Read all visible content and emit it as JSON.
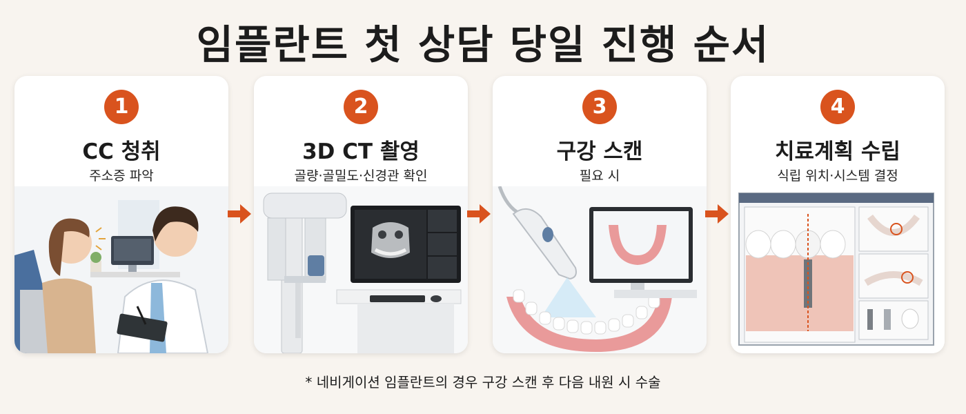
{
  "title": "임플란트 첫 상담 당일 진행 순서",
  "accent_color": "#d9531e",
  "steps": [
    {
      "number": "1",
      "title": "CC 청취",
      "subtitle": "주소증 파악",
      "icon": "consultation-illustration"
    },
    {
      "number": "2",
      "title": "3D CT 촬영",
      "subtitle": "골량·골밀도·신경관 확인",
      "icon": "ct-scan-illustration"
    },
    {
      "number": "3",
      "title": "구강 스캔",
      "subtitle": "필요 시",
      "icon": "intraoral-scan-illustration"
    },
    {
      "number": "4",
      "title": "치료계획 수립",
      "subtitle": "식립 위치·시스템 결정",
      "icon": "treatment-plan-illustration"
    }
  ],
  "footnote": "* 네비게이션 임플란트의 경우 구강 스캔 후 다음 내원 시 수술"
}
